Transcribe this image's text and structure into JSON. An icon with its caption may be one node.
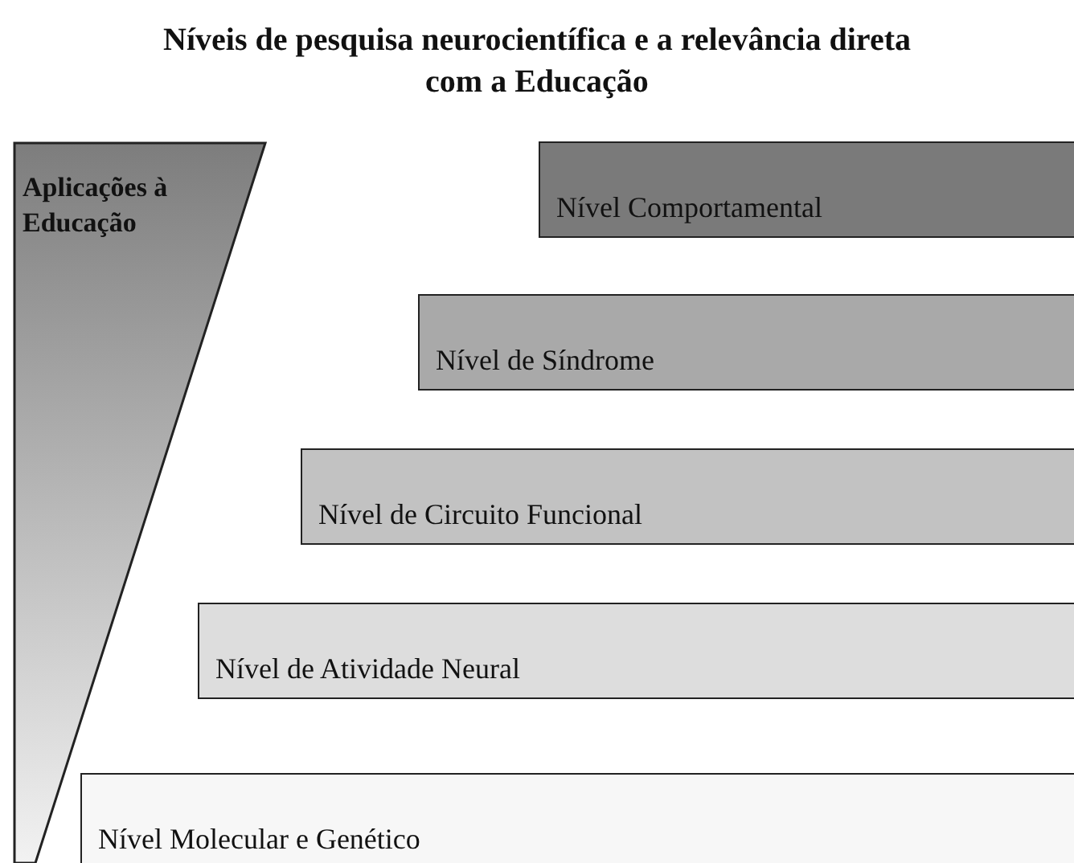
{
  "diagram": {
    "title": "Níveis de pesquisa neurocientífica e a relevância direta com a Educação",
    "nodes": [
      {
        "text": [
          "Aplicações à Educação"
        ]
      },
      {
        "text": [
          "Nível Comportamental"
        ]
      },
      {
        "text": [
          "Nível de Síndrome"
        ]
      },
      {
        "text": [
          "Nível de Circuito Funcional"
        ]
      },
      {
        "text": [
          "Nível de Atividade Neural"
        ]
      },
      {
        "text": [
          "Nível Molecular e Genético"
        ]
      }
    ]
  }
}
